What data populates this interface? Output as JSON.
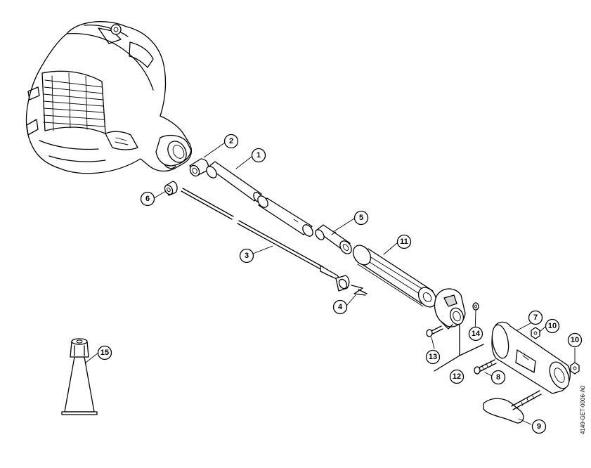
{
  "diagram": {
    "reference_code": "4149-GET-0006-A0",
    "callouts": [
      {
        "id": "1",
        "label": "1"
      },
      {
        "id": "2",
        "label": "2"
      },
      {
        "id": "3",
        "label": "3"
      },
      {
        "id": "4",
        "label": "4"
      },
      {
        "id": "5",
        "label": "5"
      },
      {
        "id": "6",
        "label": "6"
      },
      {
        "id": "7",
        "label": "7"
      },
      {
        "id": "8",
        "label": "8"
      },
      {
        "id": "9",
        "label": "9"
      },
      {
        "id": "10a",
        "label": "10"
      },
      {
        "id": "10b",
        "label": "10"
      },
      {
        "id": "11",
        "label": "11"
      },
      {
        "id": "12",
        "label": "12"
      },
      {
        "id": "13",
        "label": "13"
      },
      {
        "id": "14",
        "label": "14"
      },
      {
        "id": "15",
        "label": "15"
      }
    ]
  }
}
